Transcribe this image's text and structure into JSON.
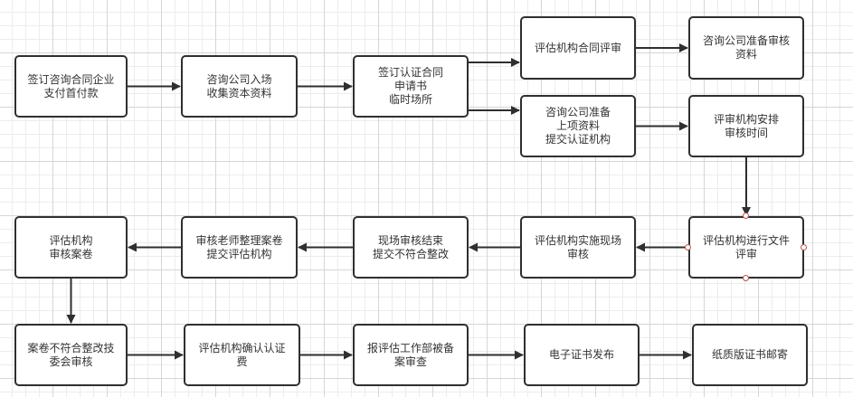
{
  "diagram": {
    "type": "flowchart",
    "nodes": [
      {
        "id": "n1",
        "label": "签订咨询合同企业\n支付首付款"
      },
      {
        "id": "n2",
        "label": "咨询公司入场\n收集资本资料"
      },
      {
        "id": "n3",
        "label": "签订认证合同\n申请书\n临时场所"
      },
      {
        "id": "n4",
        "label": "评估机构合同评审"
      },
      {
        "id": "n5",
        "label": "咨询公司准备审核\n资料"
      },
      {
        "id": "n6",
        "label": "咨询公司准备\n上项资料\n提交认证机构"
      },
      {
        "id": "n7",
        "label": "评审机构安排\n审核时间"
      },
      {
        "id": "n8",
        "label": "评估机构进行文件\n评审"
      },
      {
        "id": "n9",
        "label": "评估机构实施现场\n审核"
      },
      {
        "id": "n10",
        "label": "现场审核结束\n提交不符合整改"
      },
      {
        "id": "n11",
        "label": "审核老师整理案卷\n提交评估机构"
      },
      {
        "id": "n12",
        "label": "评估机构\n审核案卷"
      },
      {
        "id": "n13",
        "label": "案卷不符合整改技\n委会审核"
      },
      {
        "id": "n14",
        "label": "评估机构确认认证\n费"
      },
      {
        "id": "n15",
        "label": "报评估工作部被备\n案审查"
      },
      {
        "id": "n16",
        "label": "电子证书发布"
      },
      {
        "id": "n17",
        "label": "纸质版证书邮寄"
      }
    ],
    "edges": [
      {
        "from": "n1",
        "to": "n2"
      },
      {
        "from": "n2",
        "to": "n3"
      },
      {
        "from": "n3",
        "to": "n4"
      },
      {
        "from": "n3",
        "to": "n6"
      },
      {
        "from": "n4",
        "to": "n5"
      },
      {
        "from": "n6",
        "to": "n7"
      },
      {
        "from": "n7",
        "to": "n8"
      },
      {
        "from": "n8",
        "to": "n9"
      },
      {
        "from": "n9",
        "to": "n10"
      },
      {
        "from": "n10",
        "to": "n11"
      },
      {
        "from": "n11",
        "to": "n12"
      },
      {
        "from": "n12",
        "to": "n13"
      },
      {
        "from": "n13",
        "to": "n14"
      },
      {
        "from": "n14",
        "to": "n15"
      },
      {
        "from": "n15",
        "to": "n16"
      },
      {
        "from": "n16",
        "to": "n17"
      }
    ],
    "selected_node": "n8",
    "colors": {
      "stroke": "#2f2f2f",
      "text": "#333333",
      "selection_handle": "#b85450",
      "grid": "#e6e6e6"
    }
  }
}
